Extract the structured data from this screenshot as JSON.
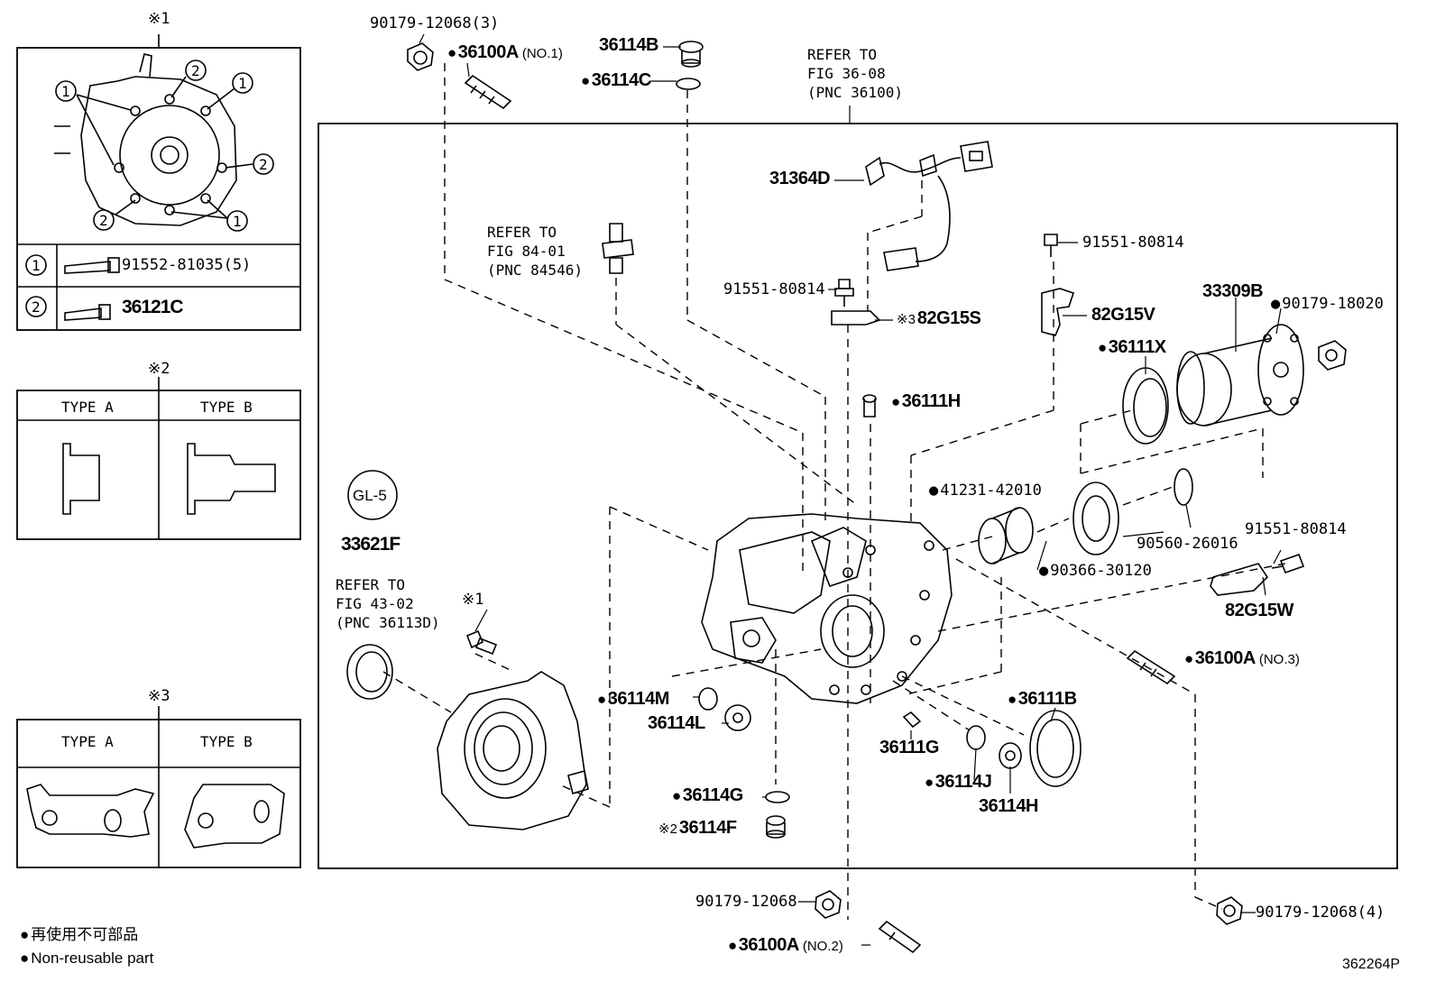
{
  "marks": {
    "m1": "※1",
    "m2": "※2",
    "m3": "※3"
  },
  "inset1": {
    "row1_callout": "1",
    "row1_part": "91552-81035(5)",
    "row2_callout": "2",
    "row2_part": "36121C",
    "callout_1": "1",
    "callout_2": "2"
  },
  "inset2": {
    "type_a": "TYPE A",
    "type_b": "TYPE B"
  },
  "inset3": {
    "type_a": "TYPE A",
    "type_b": "TYPE B"
  },
  "gl5": {
    "badge": "GL-5",
    "part": "33621F"
  },
  "refs": {
    "fig36": [
      "REFER TO",
      "FIG 36-08",
      "(PNC 36100)"
    ],
    "fig84": [
      "REFER TO",
      "FIG 84-01",
      "(PNC 84546)"
    ],
    "fig43": [
      "REFER TO",
      "FIG 43-02",
      "(PNC 36113D)"
    ]
  },
  "parts": {
    "p90179_3": "90179-12068(3)",
    "p36100A_1": "36100A",
    "p36100A_1_note": "(NO.1)",
    "p36114B": "36114B",
    "p36114C": "36114C",
    "p31364D": "31364D",
    "p91551_a": "91551-80814",
    "p82G15S": "82G15S",
    "p82G15S_mark": "※3",
    "p91551_b": "91551-80814",
    "p82G15V": "82G15V",
    "p33309B": "33309B",
    "p90179_18020": "90179-18020",
    "p36111X": "36111X",
    "p36111H": "36111H",
    "p41231": "41231-42010",
    "p90560": "90560-26016",
    "p91551_c": "91551-80814",
    "p90366": "90366-30120",
    "p82G15W": "82G15W",
    "p36100A_3": "36100A",
    "p36100A_3_note": "(NO.3)",
    "p36111B": "36111B",
    "p36114M": "36114M",
    "p36114L": "36114L",
    "p36111G": "36111G",
    "p36114J": "36114J",
    "p36114H": "36114H",
    "p36114G": "36114G",
    "p36114F": "36114F",
    "p36114F_mark": "※2",
    "p90179_12068": "90179-12068",
    "p90179_4": "90179-12068(4)",
    "p36100A_2": "36100A",
    "p36100A_2_note": "(NO.2)",
    "m1_bolt": "※1"
  },
  "legend": {
    "jp": "再使用不可部品",
    "en": "Non-reusable part"
  },
  "figure_id": "362264P"
}
